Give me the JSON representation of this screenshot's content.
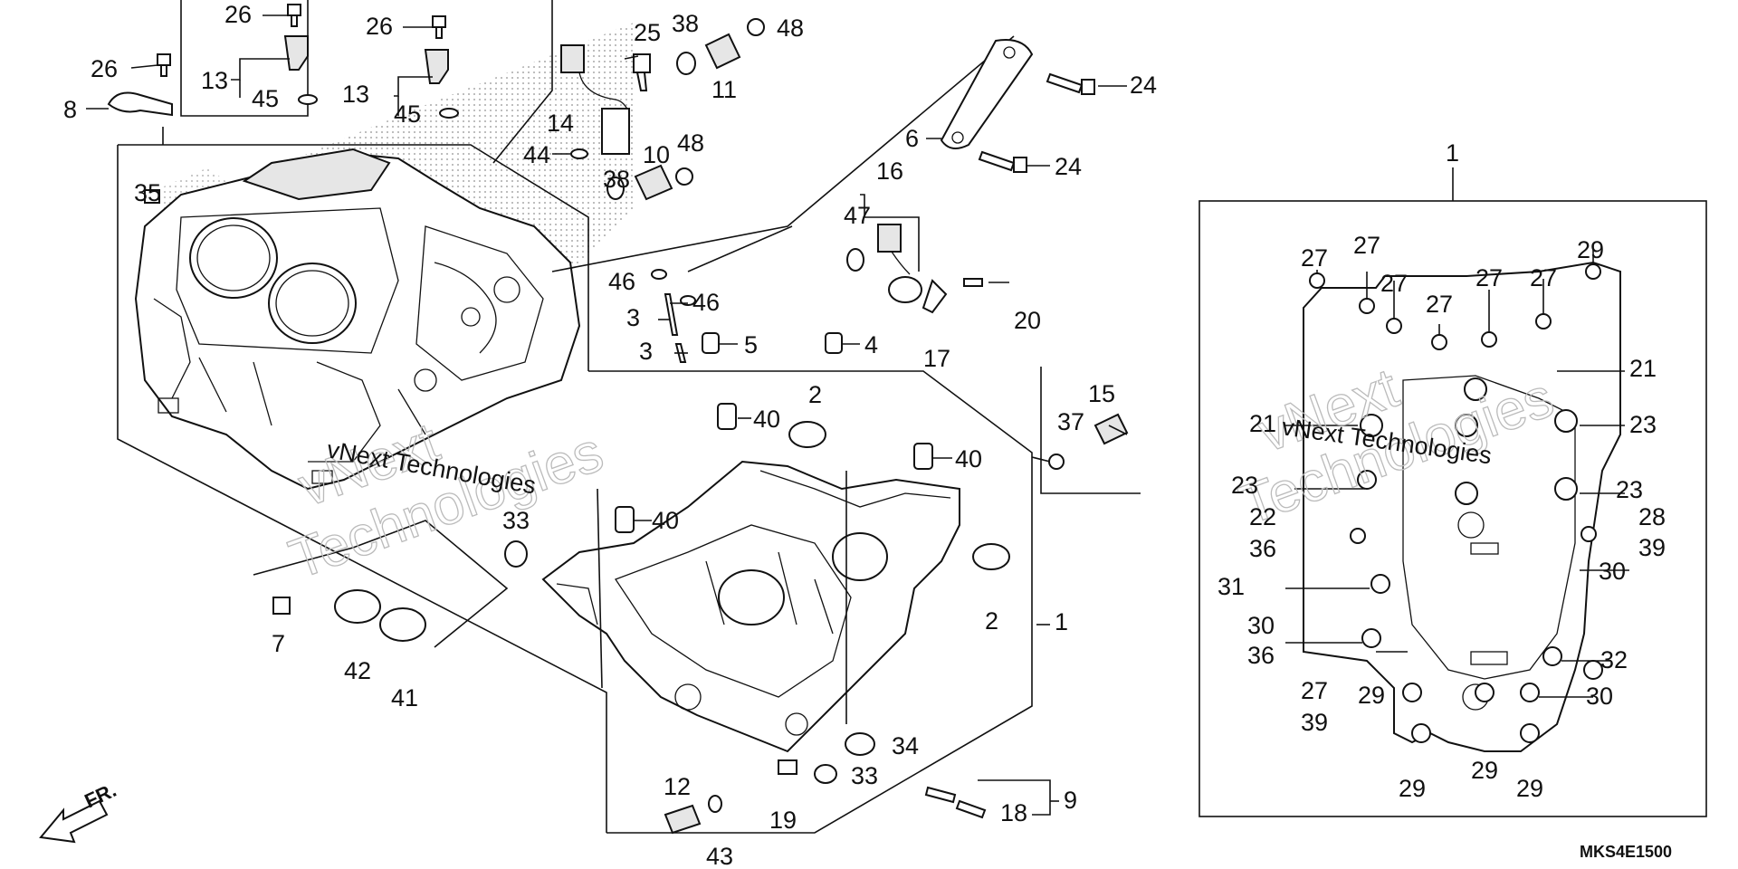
{
  "diagram_code": "MKS4E1500",
  "front_arrow_label": "FR.",
  "watermark_line1": "vNext",
  "watermark_line2": "Technologies",
  "watermark_small": "vNext Technologies",
  "callouts": {
    "c1a": "1",
    "c1b": "1",
    "c2a": "2",
    "c2b": "2",
    "c3a": "3",
    "c3b": "3",
    "c4": "4",
    "c5": "5",
    "c6": "6",
    "c7": "7",
    "c8": "8",
    "c9": "9",
    "c10": "10",
    "c11": "11",
    "c12": "12",
    "c13a": "13",
    "c13b": "13",
    "c14": "14",
    "c15": "15",
    "c16": "16",
    "c17": "17",
    "c18": "18",
    "c19": "19",
    "c20": "20",
    "c21a": "21",
    "c21b": "21",
    "c22": "22",
    "c23a": "23",
    "c23b": "23",
    "c23c": "23",
    "c24a": "24",
    "c24b": "24",
    "c25": "25",
    "c26a": "26",
    "c26b": "26",
    "c26c": "26",
    "c27a": "27",
    "c27b": "27",
    "c27c": "27",
    "c27d": "27",
    "c27e": "27",
    "c27f": "27",
    "c27g": "27",
    "c28": "28",
    "c29a": "29",
    "c29b": "29",
    "c29c": "29",
    "c29d": "29",
    "c29e": "29",
    "c30a": "30",
    "c30b": "30",
    "c30c": "30",
    "c31": "31",
    "c32": "32",
    "c33a": "33",
    "c33b": "33",
    "c34": "34",
    "c35": "35",
    "c36a": "36",
    "c36b": "36",
    "c37": "37",
    "c38a": "38",
    "c38b": "38",
    "c39a": "39",
    "c39b": "39",
    "c40a": "40",
    "c40b": "40",
    "c40c": "40",
    "c41": "41",
    "c42": "42",
    "c43": "43",
    "c44": "44",
    "c45a": "45",
    "c45b": "45",
    "c46a": "46",
    "c46b": "46",
    "c47": "47",
    "c48a": "48",
    "c48b": "48"
  },
  "colors": {
    "ink": "#111111",
    "dots": "#9a9a9a",
    "watermark": "#bbbbbb"
  }
}
